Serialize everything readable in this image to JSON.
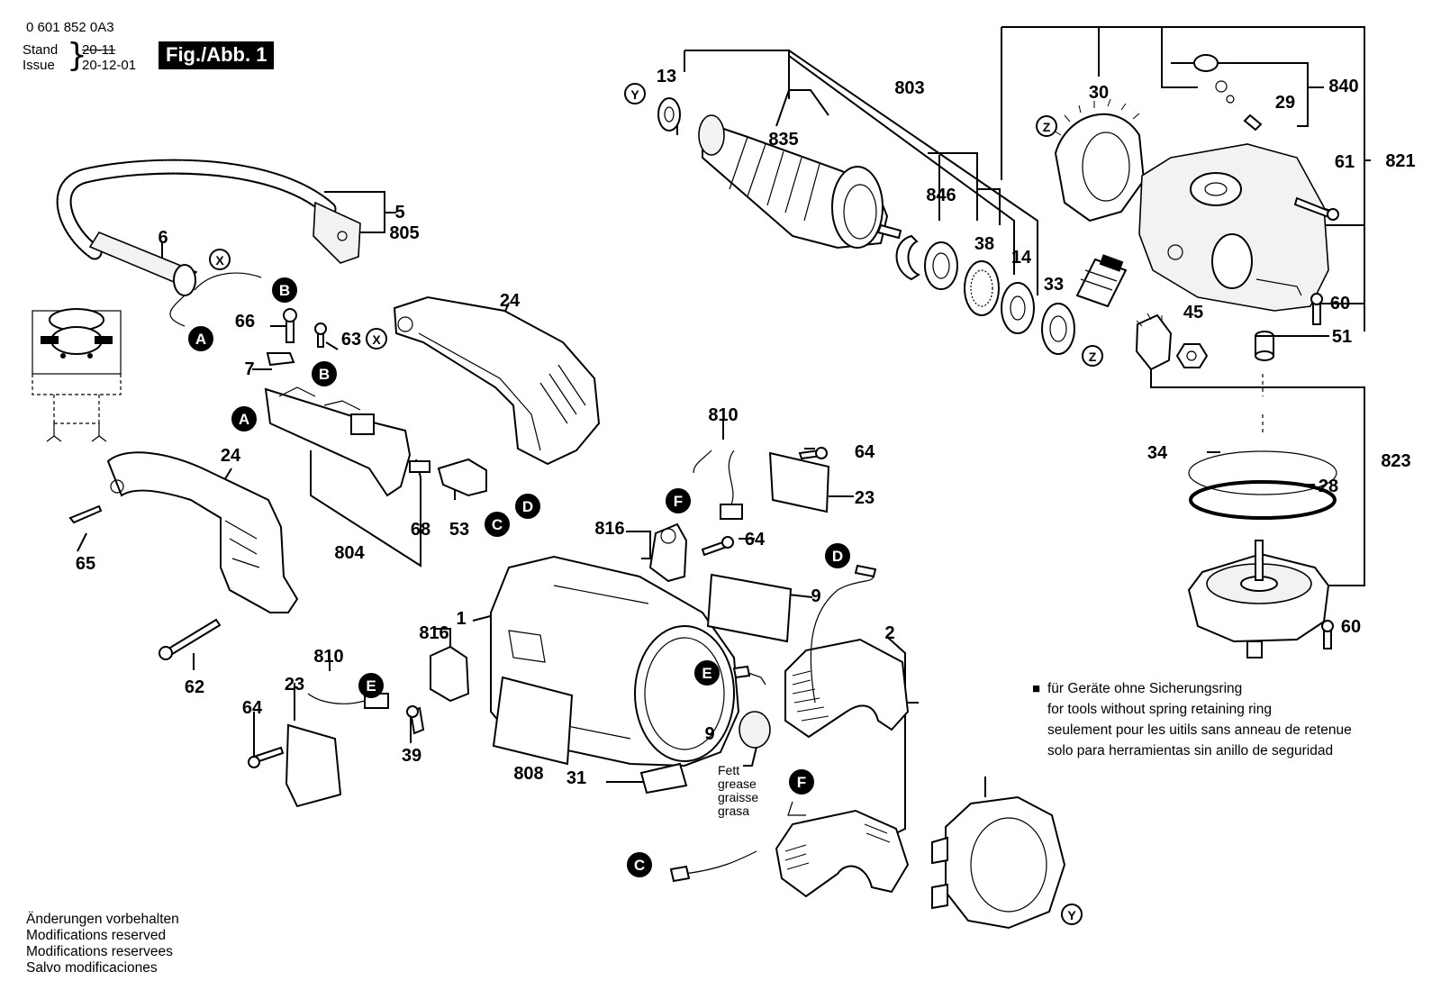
{
  "header": {
    "part_number": "0 601 852 0A3",
    "stand_label": "Stand",
    "issue_label": "Issue",
    "stand_date": "20-11",
    "issue_date": "20-12-01",
    "figure_label": "Fig./Abb. 1"
  },
  "part_labels": [
    "13",
    "803",
    "835",
    "846",
    "38",
    "14",
    "33",
    "30",
    "840",
    "29",
    "821",
    "61",
    "60",
    "51",
    "45",
    "823",
    "34",
    "28",
    "60",
    "5",
    "805",
    "6",
    "24",
    "66",
    "63",
    "7",
    "24",
    "65",
    "62",
    "68",
    "53",
    "804",
    "810",
    "64",
    "23",
    "816",
    "64",
    "9",
    "1",
    "2",
    "816",
    "810",
    "23",
    "64",
    "39",
    "9",
    "808",
    "31"
  ],
  "connector_labels": [
    "Y",
    "Z",
    "Z",
    "X",
    "X",
    "A",
    "A",
    "B",
    "B",
    "C",
    "C",
    "D",
    "D",
    "E",
    "E",
    "F",
    "F",
    "Y"
  ],
  "grease_note": [
    "Fett",
    "grease",
    "graisse",
    "grasa"
  ],
  "spring_ring_note": {
    "marker": "■",
    "lines": [
      "für Geräte ohne Sicherungsring",
      "for tools without spring retaining ring",
      "seulement pour les uitils sans anneau de retenue",
      "solo para herramientas sin anillo de seguridad"
    ]
  },
  "footer": [
    "Änderungen vorbehalten",
    "Modifications reserved",
    "Modifications reservees",
    "Salvo modificaciones"
  ]
}
